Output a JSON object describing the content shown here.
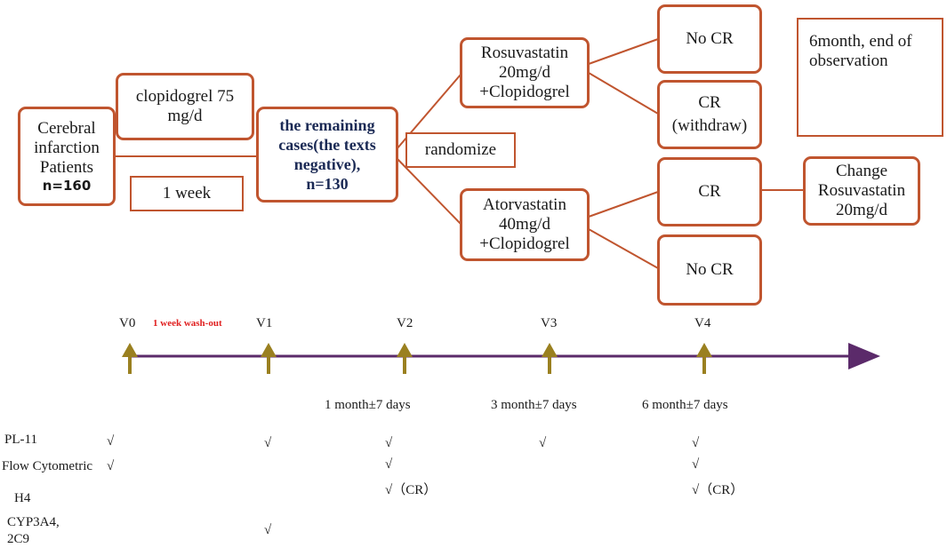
{
  "flow": {
    "patients": "Cerebral infarction Patients",
    "patients_n": "n=160",
    "clopidogrel": "clopidogrel 75 mg/d",
    "one_week": "1 week",
    "remaining": "the remaining cases(the texts negative),",
    "remaining_n": "n=130",
    "randomize": "randomize",
    "rosuvastatin_arm": "Rosuvastatin 20mg/d +Clopidogrel",
    "atorvastatin_arm": "Atorvastatin 40mg/d +Clopidogrel",
    "no_cr_top": "No CR",
    "cr_withdraw": "CR (withdraw)",
    "cr_bottom": "CR",
    "no_cr_bottom": "No CR",
    "change": "Change Rosuvastatin 20mg/d",
    "end": "6month, end of observation"
  },
  "timeline": {
    "visits": [
      "V0",
      "V1",
      "V2",
      "V3",
      "V4"
    ],
    "washout": "1 week wash-out",
    "intervals": [
      "1 month±7 days",
      "3 month±7 days",
      "6 month±7 days"
    ]
  },
  "schedule": {
    "rows": [
      "PL-11",
      "Flow Cytometric",
      "H4",
      "CYP3A4, 2C9"
    ],
    "check": "√",
    "check_cr": "√（CR）"
  },
  "colors": {
    "box_border": "#c0552f",
    "timeline": "#5b2a6a",
    "arrow_marker": "#9a8020",
    "washout_text": "#e02020"
  }
}
